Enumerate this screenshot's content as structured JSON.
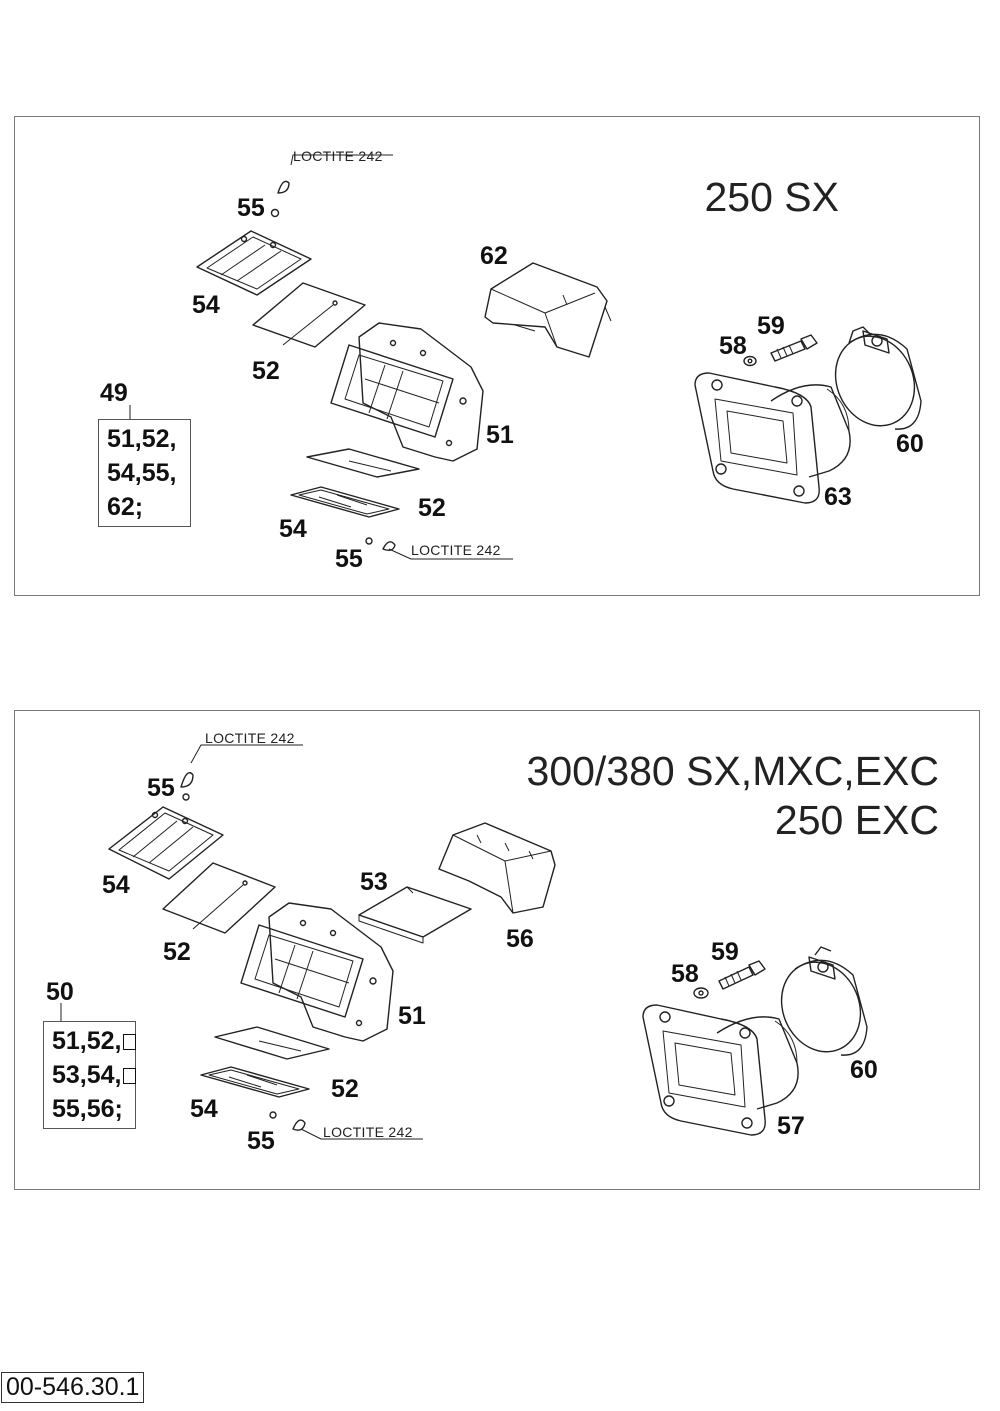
{
  "panels": [
    {
      "title_lines": [
        "250 SX"
      ],
      "loctite_top": "LOCTITE 242",
      "loctite_bottom": "LOCTITE 242",
      "kit": {
        "number": "49",
        "lines": [
          "51,52,",
          "54,55,",
          "62;"
        ]
      },
      "labels": {
        "screw_top": "55",
        "reed_top": "54",
        "plate_top": "52",
        "block": "51",
        "plate_bottom": "52",
        "reed_bottom": "54",
        "screw_bottom": "55",
        "spacer": "62",
        "washer": "58",
        "bolt": "59",
        "clamp": "60",
        "flange": "63"
      }
    },
    {
      "title_lines": [
        "300/380 SX,MXC,EXC",
        "250 EXC"
      ],
      "loctite_top": "LOCTITE 242",
      "loctite_bottom": "LOCTITE 242",
      "kit": {
        "number": "50",
        "lines": [
          "51,52,",
          "53,54,",
          "55,56;"
        ]
      },
      "labels": {
        "screw_top": "55",
        "reed_top": "54",
        "plate_top": "52",
        "block": "51",
        "plate_bottom": "52",
        "reed_bottom": "54",
        "screw_bottom": "55",
        "plate_mid": "53",
        "spacer": "56",
        "washer": "58",
        "bolt": "59",
        "clamp": "60",
        "flange": "57"
      }
    }
  ],
  "document_number": "00-546.30.1"
}
